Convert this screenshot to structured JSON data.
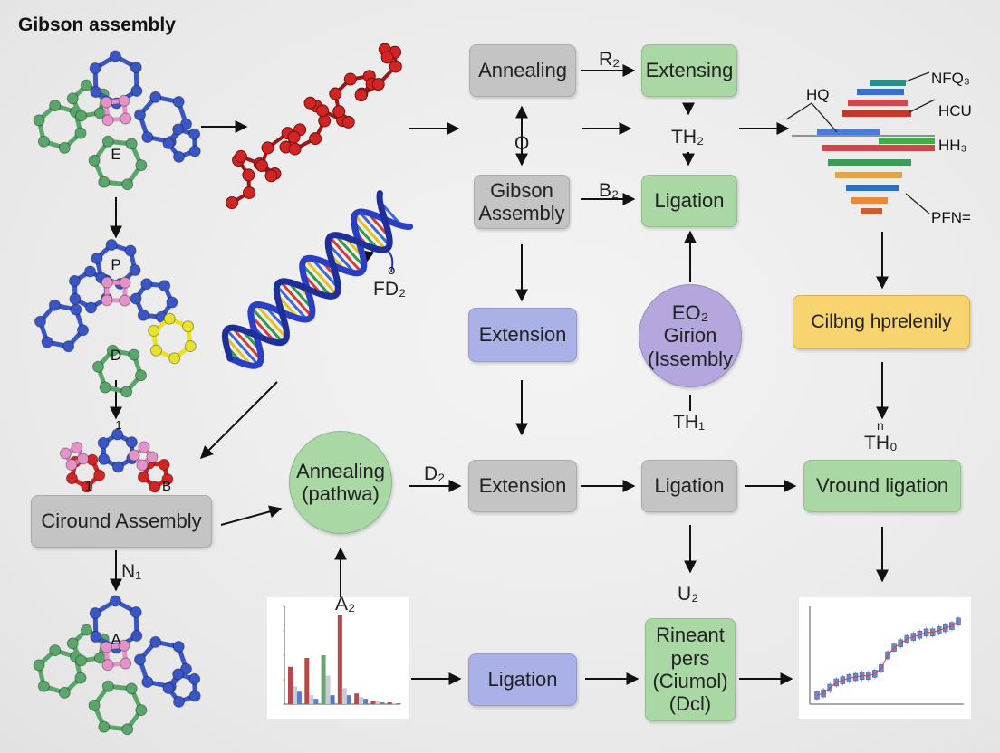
{
  "title": "Gibson assembly",
  "nodes": {
    "annealing_top": "Annealing",
    "extensing": "Extensing",
    "gibson_assembly": "Gibson Assembly",
    "ligation_top": "Ligation",
    "extension_mid": "Extension",
    "eo2_circle": "EO₂ Girion (Issembly",
    "cilbng": "Cilbng hprelenily",
    "ciround": "Ciround Assembly",
    "annealing_circle": "Annealing (pathwa)",
    "extension_low": "Extension",
    "ligation_low": "Ligation",
    "vround": "Vround ligation",
    "ligation_bottom": "Ligation",
    "rineant": "Rineant pers (Ciumol) (Dcl)"
  },
  "labels": {
    "r2": "R₂",
    "o": "O",
    "th2": "TH₂",
    "b2": "B₂",
    "th1": "TH₁",
    "th0_prefix": "n",
    "th0": "TH₀",
    "d2": "D₂",
    "n1": "N₁",
    "a2": "A₂",
    "u2": "U₂",
    "fd2_top": "o",
    "fd2": "FD₂"
  },
  "molecule_labels": {
    "top": "E",
    "second": "P",
    "second_lower": "D",
    "third_top": "1",
    "third_left": "1",
    "third_right": "B",
    "bottom": "A"
  },
  "spectrum_labels": {
    "hq": "HQ",
    "nfq3": "NFQ₃",
    "hcu": "HCU",
    "hh3": "HH₃",
    "pfn": "PFN="
  },
  "colors": {
    "gray_box": "#c4c4c4",
    "green_box": "#a9d8a4",
    "blue_box": "#a9b1e6",
    "violet_circle": "#b5a6dd",
    "yellow_box": "#f7d46f",
    "atom_blue": "#3a55c4",
    "atom_green": "#5aa56a",
    "atom_pink": "#e493c8",
    "atom_red": "#d02525",
    "atom_yellow": "#e8e32a"
  },
  "chart_data": [
    {
      "type": "bar",
      "categories": [
        "",
        "",
        "",
        "",
        "",
        "",
        ""
      ],
      "series": [
        {
          "values": [
            42,
            52,
            55,
            100,
            12,
            4,
            2
          ]
        },
        {
          "values": [
            20,
            10,
            32,
            18,
            8,
            3,
            1
          ]
        },
        {
          "values": [
            14,
            6,
            10,
            10,
            6,
            2,
            1
          ]
        }
      ],
      "ylim": [
        0,
        110
      ]
    },
    {
      "type": "line",
      "x": [
        1,
        2,
        3,
        4,
        5,
        6,
        7,
        8,
        9,
        10,
        11,
        12,
        13,
        14,
        15,
        16,
        17,
        18,
        19,
        20,
        21,
        22,
        23
      ],
      "values": [
        8,
        10,
        15,
        20,
        22,
        24,
        25,
        26,
        26,
        28,
        33,
        45,
        52,
        56,
        60,
        62,
        64,
        66,
        66,
        68,
        70,
        72,
        76
      ],
      "ylim": [
        0,
        90
      ]
    }
  ]
}
